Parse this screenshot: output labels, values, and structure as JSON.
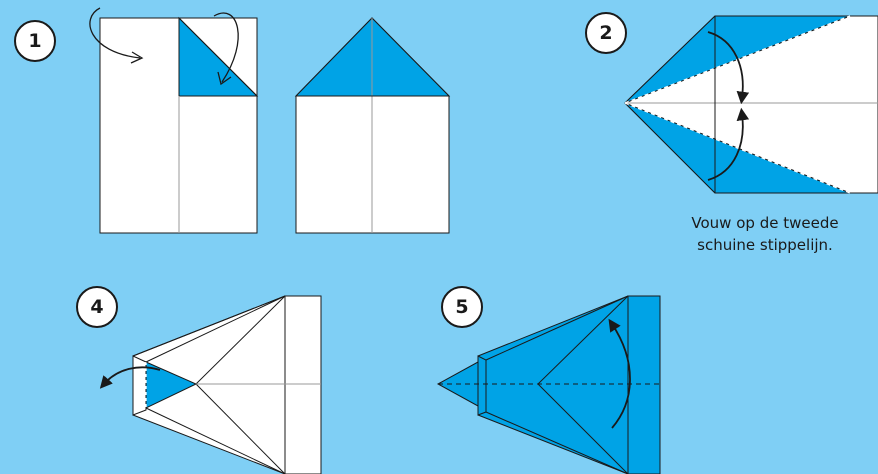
{
  "steps": [
    {
      "number": "1"
    },
    {
      "number": "2",
      "caption_line1": "Vouw op de  tweede",
      "caption_line2": "schuine stippelijn."
    },
    {
      "number": "4"
    },
    {
      "number": "5"
    }
  ],
  "colors": {
    "background": "#7fcff5",
    "paper_white": "#ffffff",
    "paper_blue": "#00a3e6",
    "line": "#1a1a1a",
    "crease": "#9a9a9a"
  },
  "icons": [
    "curved-arrow-icon",
    "fold-arrow-icon"
  ]
}
